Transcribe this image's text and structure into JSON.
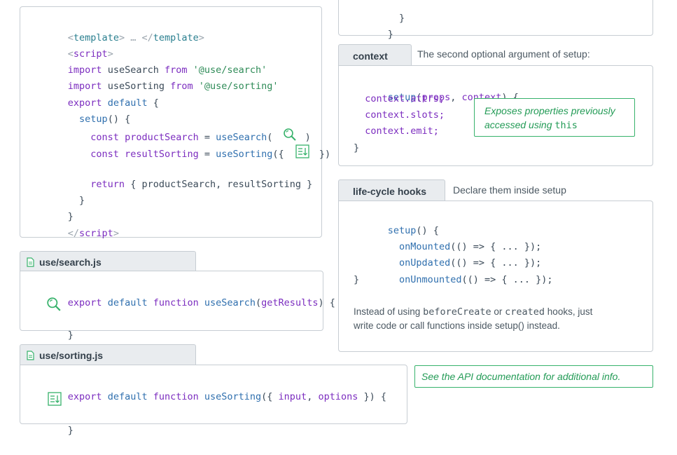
{
  "main_box": {
    "lines": [
      [
        "<",
        "template",
        "> … </",
        "template",
        ">"
      ],
      [
        "<",
        "script",
        ">"
      ],
      [
        "import",
        " useSearch ",
        "from",
        " '@use/search'"
      ],
      [
        "import",
        " useSorting ",
        "from",
        " '@use/sorting'"
      ],
      [
        "export",
        " default ",
        "{"
      ],
      [
        "  ",
        "setup",
        "() {"
      ],
      [
        "    ",
        "const",
        " productSearch ",
        "= ",
        "useSearch",
        "( ",
        " )"
      ],
      [
        "    ",
        "const",
        " resultSorting ",
        "= ",
        "useSorting",
        "({ ",
        " })"
      ],
      [
        "    ",
        "return",
        " { productSearch, resultSorting }"
      ],
      [
        "  }"
      ],
      [
        "}"
      ],
      [
        "</",
        "script",
        ">"
      ]
    ]
  },
  "search_file": {
    "tab_label": "use/search.js",
    "line1": [
      "export",
      " default ",
      "function",
      " useSearch",
      "(",
      "getResults",
      ") {"
    ],
    "line3": "}"
  },
  "sorting_file": {
    "tab_label": "use/sorting.js",
    "line1": [
      "export",
      " default ",
      "function",
      " useSorting",
      "({ ",
      "input",
      ", ",
      "options",
      " }) {"
    ],
    "line3": "}"
  },
  "top_right_box": {
    "line1": "  }",
    "line2": "}"
  },
  "context_section": {
    "tab_label": "context",
    "description": "The second optional argument of setup:",
    "code": [
      [
        "setup",
        "(",
        "props",
        ", ",
        "context",
        ") {"
      ],
      [
        "  context.attrs;"
      ],
      [
        "  context.slots;"
      ],
      [
        "  context.emit;"
      ],
      [
        "}"
      ]
    ],
    "note_line1": "Exposes properties previously",
    "note_line2_a": "accessed using ",
    "note_line2_b": "this"
  },
  "hooks_section": {
    "tab_label": "life-cycle hooks",
    "description": "Declare them inside setup",
    "code": [
      [
        "setup",
        "() {"
      ],
      [
        "  ",
        "onMounted",
        "(() => { ... });"
      ],
      [
        "  ",
        "onUpdated",
        "(() => { ... });"
      ],
      [
        "  ",
        "onUnmounted",
        "(() => { ... });"
      ],
      [
        "}"
      ]
    ],
    "prose_a": "Instead of using ",
    "prose_b": "beforeCreate",
    "prose_c": " or ",
    "prose_d": "created",
    "prose_e": " hooks, just",
    "prose_line2": "write code or call functions inside setup() instead."
  },
  "api_note": "See the API documentation for additional info.",
  "icons": {
    "search": "magnifier-icon",
    "sort": "sort-list-icon",
    "file": "file-icon"
  },
  "colors": {
    "keyword": "#7b2cbf",
    "function": "#2f6fae",
    "string": "#2e8b57",
    "note_green": "#239b56",
    "border": "#c7cdd3",
    "tab_bg": "#e9ecef"
  }
}
